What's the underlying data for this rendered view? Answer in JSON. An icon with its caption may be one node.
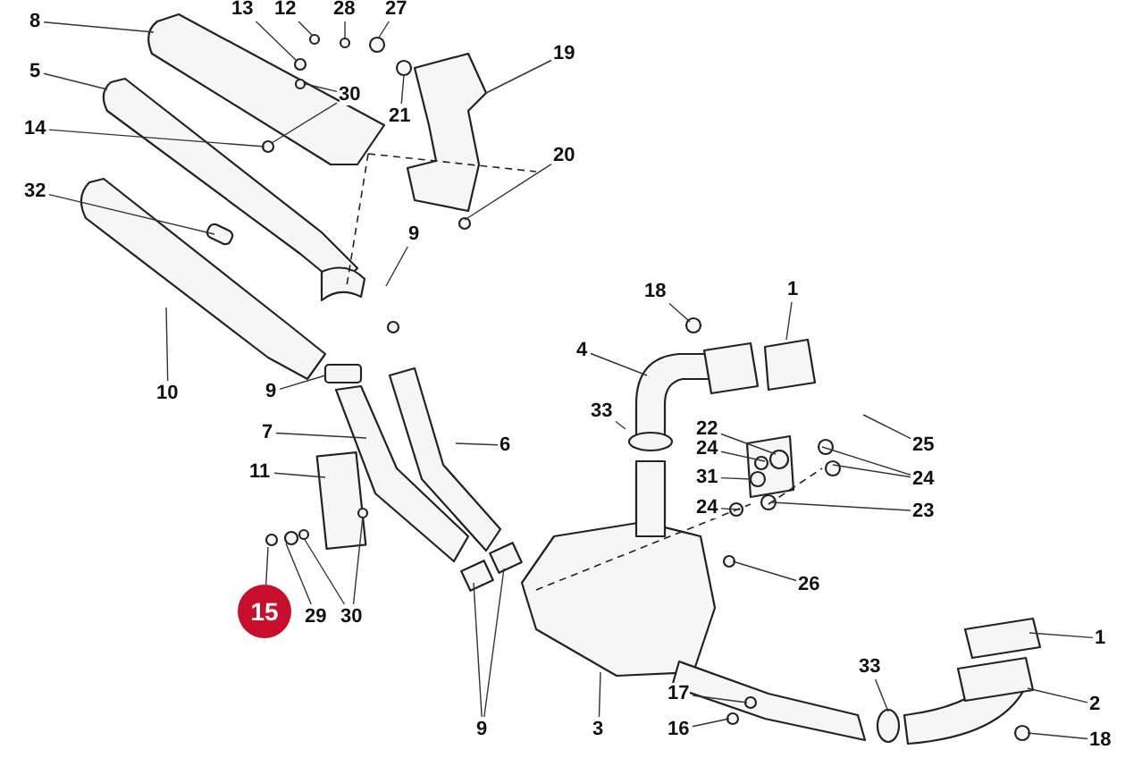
{
  "diagram": {
    "nodes": [
      {
        "text": [
          "13"
        ]
      },
      {
        "text": [
          "12"
        ]
      },
      {
        "text": [
          "28"
        ]
      },
      {
        "text": [
          "27"
        ]
      },
      {
        "text": [
          "8"
        ]
      },
      {
        "text": [
          "19"
        ]
      },
      {
        "text": [
          "30"
        ]
      },
      {
        "text": [
          "5"
        ]
      },
      {
        "text": [
          "21"
        ]
      },
      {
        "text": [
          "14"
        ]
      },
      {
        "text": [
          "20"
        ]
      },
      {
        "text": [
          "32"
        ]
      },
      {
        "text": [
          "9"
        ]
      },
      {
        "text": [
          "1"
        ]
      },
      {
        "text": [
          "18"
        ]
      },
      {
        "text": [
          "10"
        ]
      },
      {
        "text": [
          "4"
        ]
      },
      {
        "text": [
          "9"
        ]
      },
      {
        "text": [
          "33"
        ]
      },
      {
        "text": [
          "22"
        ]
      },
      {
        "text": [
          "7"
        ]
      },
      {
        "text": [
          "6"
        ]
      },
      {
        "text": [
          "25"
        ]
      },
      {
        "text": [
          "24"
        ]
      },
      {
        "text": [
          "24"
        ]
      },
      {
        "text": [
          "11"
        ]
      },
      {
        "text": [
          "31"
        ]
      },
      {
        "text": [
          "24"
        ]
      },
      {
        "text": [
          "23"
        ]
      },
      {
        "text": [
          "26"
        ]
      },
      {
        "text": [
          "15"
        ]
      },
      {
        "text": [
          "29"
        ]
      },
      {
        "text": [
          "30"
        ]
      },
      {
        "text": [
          "1"
        ]
      },
      {
        "text": [
          "33"
        ]
      },
      {
        "text": [
          "3"
        ]
      },
      {
        "text": [
          "9"
        ]
      },
      {
        "text": [
          "17"
        ]
      },
      {
        "text": [
          "2"
        ]
      },
      {
        "text": [
          "16"
        ]
      },
      {
        "text": [
          "18"
        ]
      }
    ],
    "edges": [
      {
        "from": 0,
        "to": null,
        "arrow": "none"
      },
      {
        "from": 1,
        "to": null,
        "arrow": "none"
      },
      {
        "from": 2,
        "to": null,
        "arrow": "none"
      },
      {
        "from": 3,
        "to": null,
        "arrow": "none"
      },
      {
        "from": 4,
        "to": null,
        "arrow": "none"
      },
      {
        "from": 5,
        "to": null,
        "arrow": "none"
      },
      {
        "from": 6,
        "to": null,
        "arrow": "none"
      },
      {
        "from": 6,
        "to": null,
        "arrow": "none"
      },
      {
        "from": 7,
        "to": null,
        "arrow": "none"
      },
      {
        "from": 8,
        "to": null,
        "arrow": "none"
      },
      {
        "from": 9,
        "to": null,
        "arrow": "none"
      },
      {
        "from": 10,
        "to": null,
        "arrow": "none"
      },
      {
        "from": 11,
        "to": null,
        "arrow": "none"
      },
      {
        "from": 12,
        "to": null,
        "arrow": "none"
      },
      {
        "from": 13,
        "to": null,
        "arrow": "none"
      },
      {
        "from": 14,
        "to": null,
        "arrow": "none"
      },
      {
        "from": 15,
        "to": null,
        "arrow": "none"
      },
      {
        "from": 16,
        "to": null,
        "arrow": "none"
      },
      {
        "from": 17,
        "to": null,
        "arrow": "none"
      },
      {
        "from": 18,
        "to": null,
        "arrow": "none"
      },
      {
        "from": 19,
        "to": null,
        "arrow": "none"
      },
      {
        "from": 20,
        "to": null,
        "arrow": "none"
      },
      {
        "from": 21,
        "to": null,
        "arrow": "none"
      },
      {
        "from": 22,
        "to": null,
        "arrow": "none"
      },
      {
        "from": 23,
        "to": null,
        "arrow": "none"
      },
      {
        "from": 24,
        "to": null,
        "arrow": "none"
      },
      {
        "from": 24,
        "to": null,
        "arrow": "none"
      },
      {
        "from": 25,
        "to": null,
        "arrow": "none"
      },
      {
        "from": 26,
        "to": null,
        "arrow": "none"
      },
      {
        "from": 27,
        "to": null,
        "arrow": "none"
      },
      {
        "from": 28,
        "to": null,
        "arrow": "none"
      },
      {
        "from": 29,
        "to": null,
        "arrow": "none"
      },
      {
        "from": 30,
        "to": null,
        "arrow": "none"
      },
      {
        "from": 31,
        "to": null,
        "arrow": "none"
      },
      {
        "from": 32,
        "to": null,
        "arrow": "none"
      },
      {
        "from": 32,
        "to": null,
        "arrow": "none"
      },
      {
        "from": 33,
        "to": null,
        "arrow": "none"
      },
      {
        "from": 34,
        "to": null,
        "arrow": "none"
      },
      {
        "from": 35,
        "to": null,
        "arrow": "none"
      },
      {
        "from": 36,
        "to": null,
        "arrow": "none"
      },
      {
        "from": 36,
        "to": null,
        "arrow": "none"
      },
      {
        "from": 37,
        "to": null,
        "arrow": "none"
      },
      {
        "from": 38,
        "to": null,
        "arrow": "none"
      },
      {
        "from": 39,
        "to": null,
        "arrow": "none"
      },
      {
        "from": 40,
        "to": null,
        "arrow": "none"
      }
    ]
  }
}
